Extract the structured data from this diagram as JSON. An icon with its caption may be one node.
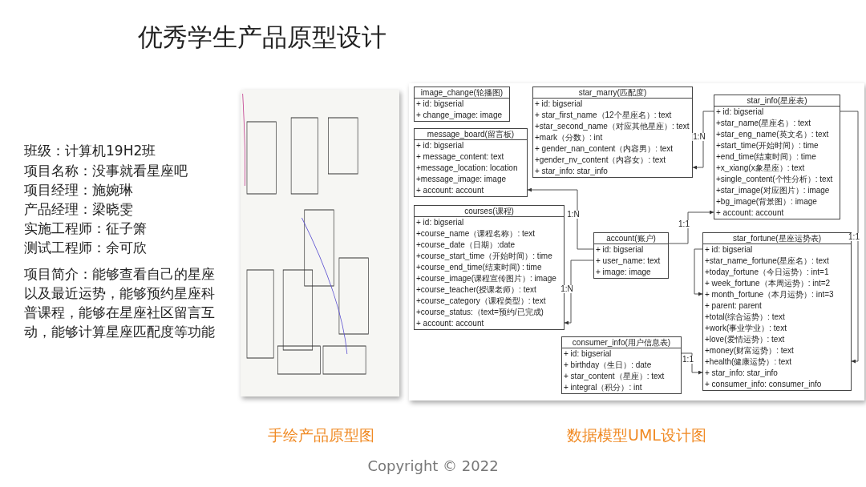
{
  "diagram": {
    "title": "优秀学生产品原型设计",
    "nodes": [
      {
        "text": [],
        "shape": "picture"
      },
      {
        "text": [
          "image_change(轮播图)",
          "+ id:  bigserial",
          "+ change_image: image"
        ]
      },
      {
        "text": [
          "star_marry(匹配度)",
          "+ id:  bigserial",
          "+ star_first_name（12个星座名）: text",
          "+star_second_name（对应其他星座）: text",
          "+mark（分数）: int",
          "+ gender_nan_content（内容男）: text",
          "+gender_nv_content（内容女）: text",
          "+ star_info: star_info"
        ]
      },
      {
        "text": [
          "star_info(星座表)",
          "+ id:  bigserial",
          "+star_name(星座名）: text",
          "+star_eng_name(英文名）: text",
          "+start_time(开始时间）: time",
          "+end_time(结束时间）: time",
          "+x_xiang(x象星座）: text",
          "+single_content(个性分析）: text",
          "+star_image(对应图片）: image",
          "+bg_image(背景图）: image",
          "+ account: account"
        ]
      },
      {
        "text": [
          "message_board(留言板)",
          "+ id:  bigserial",
          "+ message_content: text",
          "+message_location: location",
          "+message_image: image",
          "+ account: account"
        ]
      },
      {
        "text": [
          "courses(课程)",
          "+ id:  bigserial",
          "+course_name（课程名称）: text",
          "+course_date（日期）:date",
          "+course_start_time（开始时间）: time",
          "+course_end_time(结束时间) : time",
          "+course_image(课程宣传图片）: image",
          "+course_teacher(授课老师）: text",
          "+course_category（课程类型）: text",
          "+course_status:（text=预约/已完成)",
          "+ account: account"
        ]
      },
      {
        "text": [
          "account(账户)",
          "+ id:  bigserial",
          "+ user_name: text",
          "+ image: image"
        ]
      },
      {
        "text": [
          "star_fortune(星座运势表)",
          "+ id:  bigserial",
          "+star_name_fortune(星座名）: text",
          "+today_fortune（今日运势）: int=1",
          "+ week_fortune（本周运势）: int=2",
          "+ month_fortune（本月运势）: int=3",
          "+ parent: parent",
          "+total(综合运势）: text",
          "+work(事业学业）: text",
          "+love(爱情运势）: text",
          "+money(财富运势）: text",
          "+health(健康运势）: text",
          "+ star_info: star_info",
          "+ consumer_info: consumer_info"
        ]
      },
      {
        "text": [
          "consumer_info(用户信息表)",
          "+ id:  bigserial",
          "+ birthday（生日）: date",
          "+ star_content（星座）: text",
          "+ integral（积分）: int"
        ]
      }
    ],
    "edges": [
      {
        "from": 3,
        "to": 2,
        "arrow": "to",
        "label": "1:N"
      },
      {
        "from": 6,
        "to": 4,
        "arrow": "to",
        "label": "1:N"
      },
      {
        "from": 6,
        "to": 5,
        "arrow": "to",
        "label": "1:N"
      },
      {
        "from": 6,
        "to": 3,
        "arrow": "to",
        "label": "1:1"
      },
      {
        "from": 3,
        "to": 7,
        "arrow": "to",
        "label": "1:1"
      },
      {
        "from": 7,
        "to": 7,
        "arrow": "to"
      },
      {
        "from": 8,
        "to": 7,
        "arrow": "to",
        "label": "1:1"
      }
    ],
    "labels": [
      "班级：计算机19H2班",
      "项目名称：没事就看星座吧",
      "项目经理：施婉琳",
      "产品经理：梁晓雯",
      "实施工程师：征子箫",
      "测试工程师：余可欣",
      "项目简介：能够查看自己的星座以及最近运势，能够预约星座科普课程，能够在星座社区留言互动，能够计算星座匹配度等功能",
      "手绘产品原型图",
      "数据模型UML设计图",
      "Copyright © 2022"
    ]
  }
}
